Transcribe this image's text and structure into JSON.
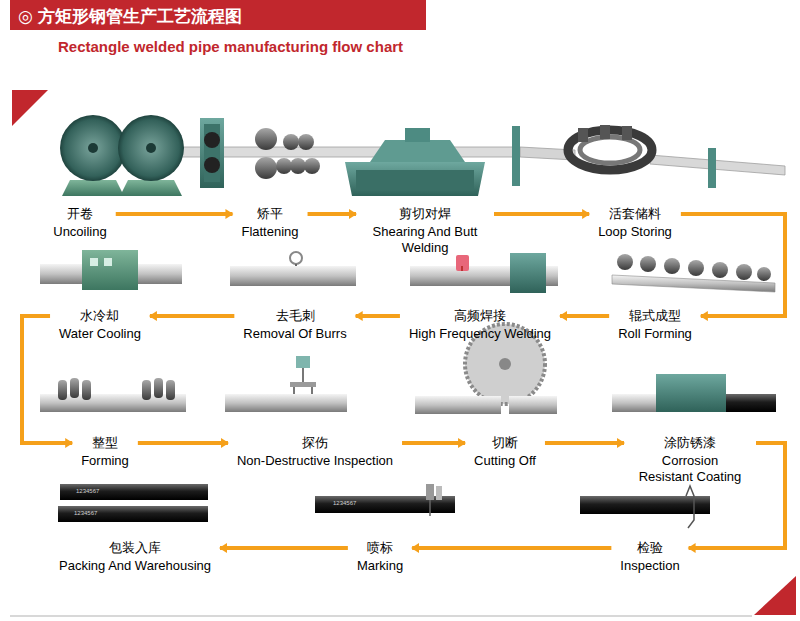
{
  "diagram": {
    "title": "◎ 方矩形钢管生产工艺流程图",
    "nodes": [
      {
        "text": [
          "开卷",
          "Uncoiling"
        ]
      },
      {
        "text": [
          "矫平",
          "Flattening"
        ]
      },
      {
        "text": [
          "剪切对焊",
          "Shearing And Butt Welding"
        ]
      },
      {
        "text": [
          "活套储料",
          "Loop Storing"
        ]
      },
      {
        "text": [
          "辊式成型",
          "Roll Forming"
        ]
      },
      {
        "text": [
          "高频焊接",
          "High Frequency Welding"
        ]
      },
      {
        "text": [
          "去毛刺",
          "Removal Of Burrs"
        ]
      },
      {
        "text": [
          "水冷却",
          "Water Cooling"
        ]
      },
      {
        "text": [
          "整型",
          "Forming"
        ]
      },
      {
        "text": [
          "探伤",
          "Non-Destructive Inspection"
        ]
      },
      {
        "text": [
          "切断",
          "Cutting Off"
        ]
      },
      {
        "text": [
          "涂防锈漆",
          "Corrosion Resistant Coating"
        ]
      },
      {
        "text": [
          "检验",
          "Inspection"
        ]
      },
      {
        "text": [
          "喷标",
          "Marking"
        ]
      },
      {
        "text": [
          "包装入库",
          "Packing And Warehousing"
        ]
      }
    ],
    "edges": [
      {
        "from": 0,
        "to": 1,
        "arrow": "to"
      },
      {
        "from": 1,
        "to": 2,
        "arrow": "to"
      },
      {
        "from": 2,
        "to": 3,
        "arrow": "to"
      },
      {
        "from": 3,
        "to": 4,
        "arrow": "to"
      },
      {
        "from": 4,
        "to": 5,
        "arrow": "to"
      },
      {
        "from": 5,
        "to": 6,
        "arrow": "to"
      },
      {
        "from": 6,
        "to": 7,
        "arrow": "to"
      },
      {
        "from": 7,
        "to": 8,
        "arrow": "to"
      },
      {
        "from": 8,
        "to": 9,
        "arrow": "to"
      },
      {
        "from": 9,
        "to": 10,
        "arrow": "to"
      },
      {
        "from": 10,
        "to": 11,
        "arrow": "to"
      },
      {
        "from": 11,
        "to": 12,
        "arrow": "to"
      },
      {
        "from": 12,
        "to": 13,
        "arrow": "to"
      },
      {
        "from": 13,
        "to": 14,
        "arrow": "to"
      }
    ],
    "labels": [
      "Rectangle welded pipe manufacturing flow chart",
      "1234567",
      "1234567",
      "1234567"
    ]
  }
}
